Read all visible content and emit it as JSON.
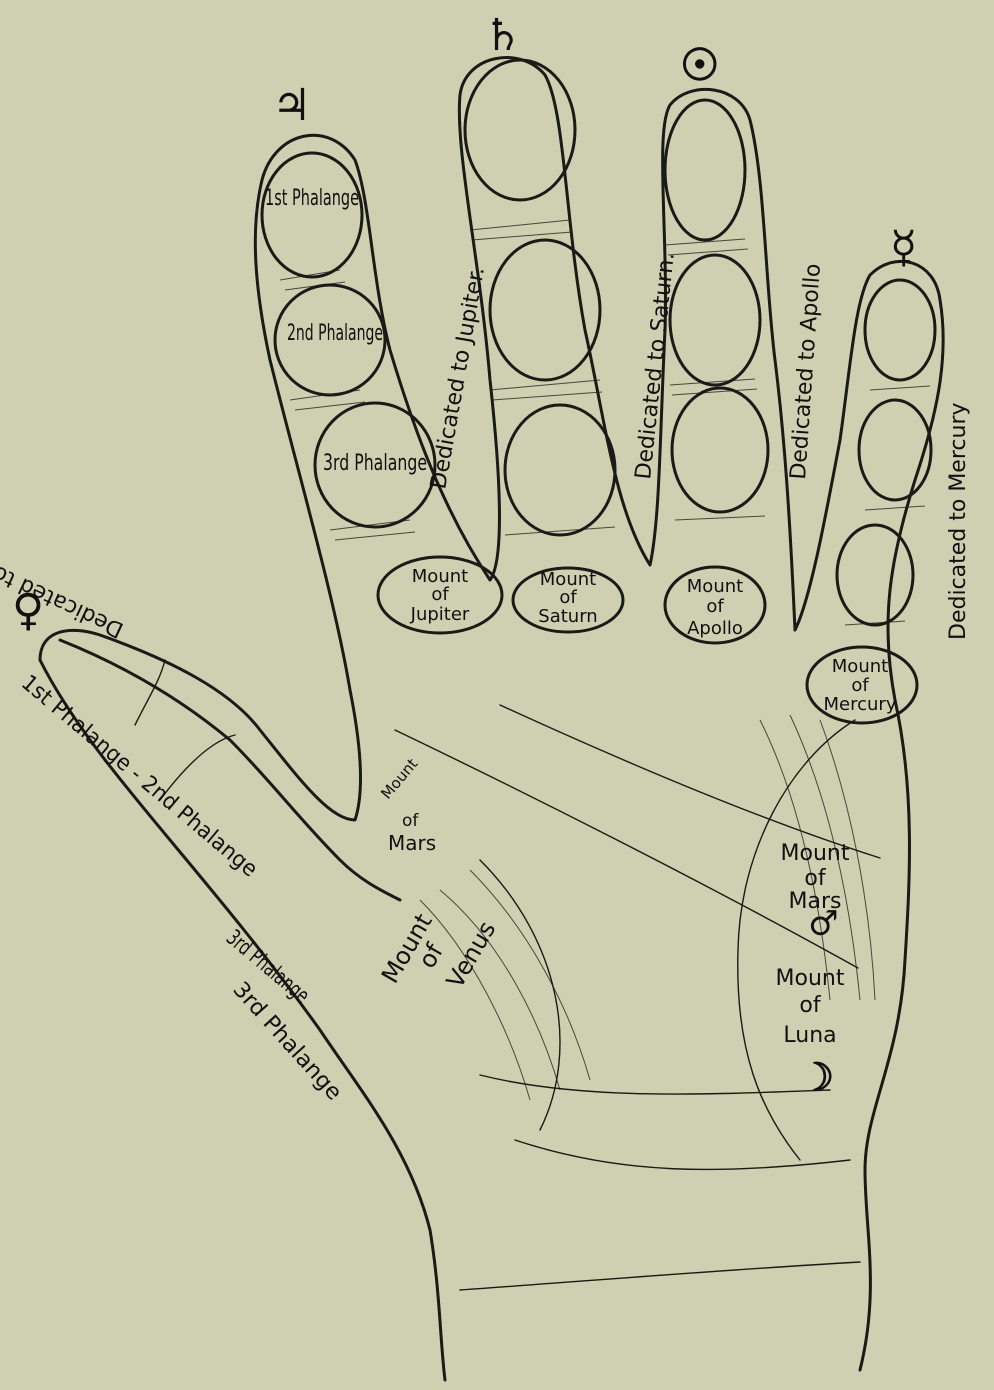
{
  "labels": {
    "first_phalange": "1st Phalange",
    "second_phalange": "2nd Phalange",
    "third_phalange": "3rd Phalange",
    "dedicated_jupiter": "Dedicated to Jupiter.",
    "dedicated_saturn": "Dedicated to Saturn.",
    "dedicated_apollo": "Dedicated to Apollo",
    "dedicated_mercury": "Dedicated to Mercury",
    "dedicated_venus": "Dedicated to Venus",
    "mount_jupiter": [
      "Mount",
      "of",
      "Jupiter"
    ],
    "mount_saturn": [
      "Mount",
      "of",
      "Saturn"
    ],
    "mount_apollo": [
      "Mount",
      "of",
      "Apollo"
    ],
    "mount_mercury": [
      "Mount",
      "of",
      "Mercury"
    ],
    "mount_mars_upper": [
      "Mount",
      "of",
      "Mars"
    ],
    "mount_mars_lower": [
      "Mount",
      "of",
      "Mars"
    ],
    "mount_venus": [
      "Mount",
      "of",
      "Venus"
    ],
    "mount_luna": [
      "Mount",
      "of",
      "Luna"
    ],
    "thumb_phalanges": "1st Phalange - 2nd Phalange",
    "thumb_third": "3rd Phalange"
  },
  "symbols": {
    "jupiter": "♃",
    "saturn": "♄",
    "sun": "☉",
    "mercury": "☿",
    "venus": "♀",
    "mars": "♂",
    "moon": "☽"
  },
  "colors": {
    "paper": "#cfcfb2",
    "ink": "#1a1a16"
  }
}
